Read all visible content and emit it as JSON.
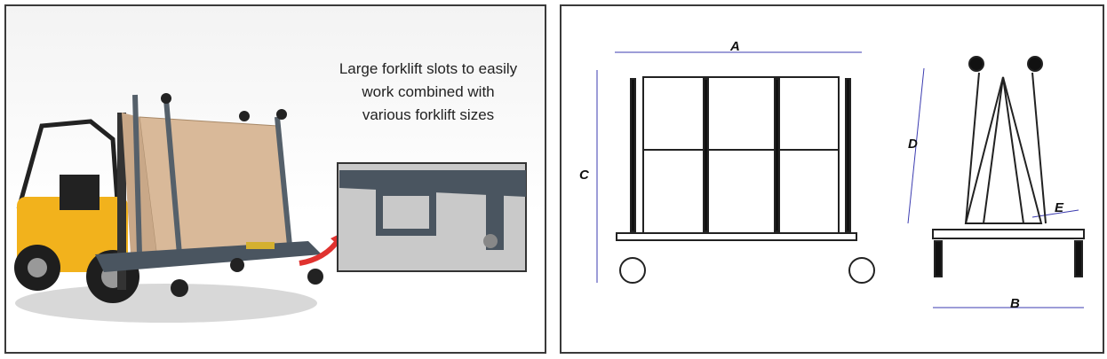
{
  "left_panel": {
    "caption_lines": [
      "Large forklift slots to easily",
      "work combined with",
      "various forklift sizes"
    ],
    "illustration": "forklift-carrying-a-frame-cart-with-stone-slab",
    "inset": "forklift-slot-closeup",
    "arrow_color": "#e0322f",
    "forklift_color": "#f2b21c",
    "cart_color": "#4a5560"
  },
  "right_panel": {
    "dimension_labels": {
      "a": "A",
      "b": "B",
      "c": "C",
      "d": "D",
      "e": "E"
    },
    "dimension_line_color": "#3b3bb0"
  }
}
